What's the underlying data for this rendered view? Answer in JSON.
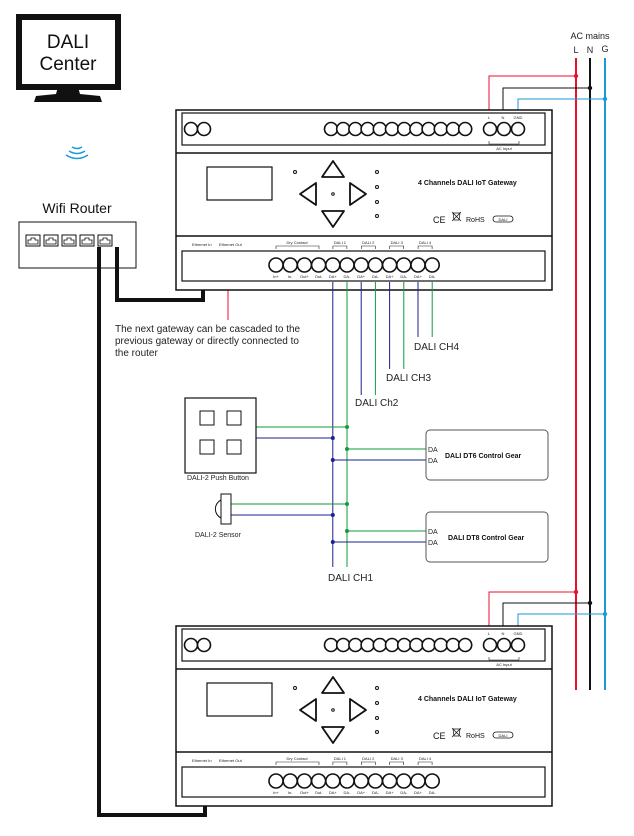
{
  "monitor": {
    "line1": "DALI",
    "line2": "Center"
  },
  "wifi_icon": "wifi-icon",
  "router": {
    "label": "Wifi Router"
  },
  "ac_mains": {
    "title": "AC mains",
    "L": "L",
    "N": "N",
    "G": "G"
  },
  "gateway": {
    "title": "4 Channels DALI IoT Gateway",
    "ac_terminals": [
      "L",
      "N",
      "GND"
    ],
    "ac_input": "AC Input",
    "ethernet_in": "Ethernet In",
    "ethernet_out": "Ethernet Out",
    "dry_contact": "Dry Contact",
    "dali_groups": [
      "DALI 1",
      "DALI 2",
      "DALI 3",
      "DALI 4"
    ],
    "terminals": [
      "In+",
      "In-",
      "Out+",
      "Out-",
      "DA+",
      "DA-",
      "DA+",
      "DA-",
      "DA+",
      "DA-",
      "DA+",
      "DA-"
    ],
    "ce": "CE",
    "rohs": "RoHS",
    "dali_logo": "DALI"
  },
  "cascade_note": [
    "The next gateway can be cascaded to the",
    "previous gateway or directly connected to",
    "the router"
  ],
  "channels": {
    "ch1": "DALI CH1",
    "ch2": "DALI Ch2",
    "ch3": "DALI CH3",
    "ch4": "DALI CH4"
  },
  "devices": {
    "push_button": "DALI-2 Push Button",
    "sensor": "DALI-2 Sensor",
    "dt6": {
      "label": "DALI DT6 Control Gear",
      "pin1": "DA",
      "pin2": "DA"
    },
    "dt8": {
      "label": "DALI DT8 Control Gear",
      "pin1": "DA",
      "pin2": "DA"
    }
  },
  "colors": {
    "dali_plus": "#1b1f8f",
    "dali_minus": "#129a3e",
    "live": "#e8112d",
    "neutral": "#111111",
    "ground": "#1a9ad6",
    "arrow": "#e8112d"
  }
}
